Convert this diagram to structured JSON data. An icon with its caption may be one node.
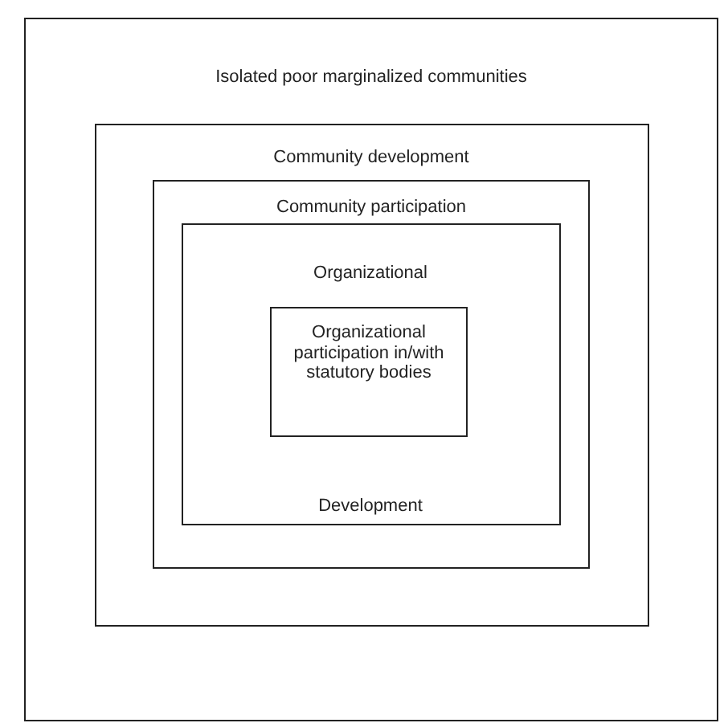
{
  "diagram": {
    "nodes": [
      {
        "text": [
          "Isolated poor marginalized communities"
        ]
      },
      {
        "text": [
          "Community development"
        ],
        "in": 0
      },
      {
        "text": [
          "Community participation"
        ],
        "in": 1
      },
      {
        "text": [
          "Organizational",
          "Development"
        ],
        "in": 2
      },
      {
        "text": [
          "Organizational participation in/with statutory bodies"
        ],
        "in": 3
      }
    ]
  }
}
